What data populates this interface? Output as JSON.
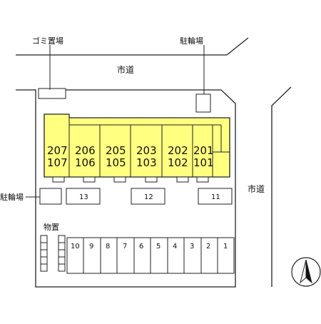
{
  "labels": {
    "garbage": "ゴミ置場",
    "bike_parking": "駐輪場",
    "road": "市道",
    "storage": "物置"
  },
  "units": [
    {
      "upper": "207",
      "lower": "107"
    },
    {
      "upper": "206",
      "lower": "106"
    },
    {
      "upper": "205",
      "lower": "105"
    },
    {
      "upper": "203",
      "lower": "103"
    },
    {
      "upper": "202",
      "lower": "102"
    },
    {
      "upper": "201",
      "lower": "101"
    }
  ],
  "parking_upper": [
    "13",
    "12",
    "11"
  ],
  "parking_lower": [
    "10",
    "9",
    "8",
    "7",
    "6",
    "5",
    "4",
    "3",
    "2",
    "1"
  ],
  "colors": {
    "building": "#ffff80",
    "stroke": "#222222"
  },
  "icons": {
    "compass": "north-arrow-icon"
  }
}
